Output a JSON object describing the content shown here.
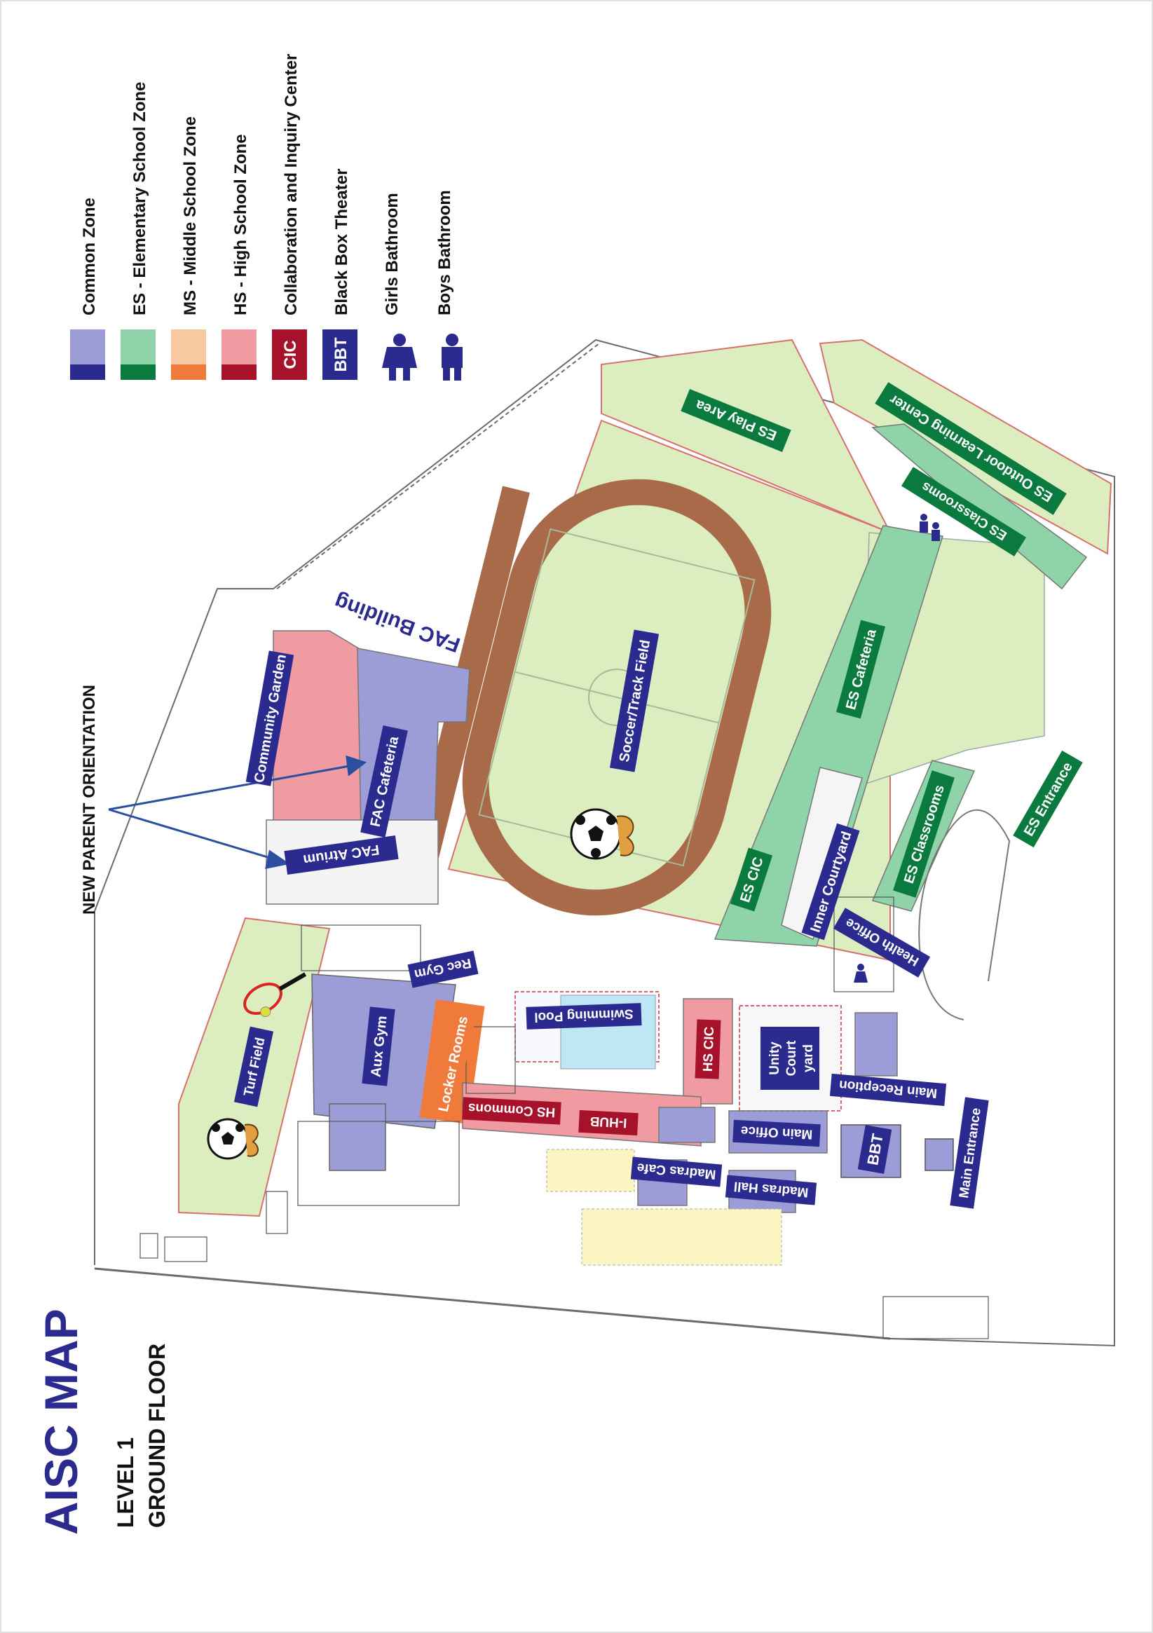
{
  "map": {
    "title": "AISC MAP",
    "level": "LEVEL 1",
    "floor": "GROUND FLOOR",
    "annotation": "NEW PARENT ORIENTATION",
    "building_heading": "FAC Building"
  },
  "legend": [
    {
      "label": "Common Zone",
      "color": "#9c9cd6",
      "band": "#2b2b8f",
      "type": "swatch"
    },
    {
      "label": "ES - Elementary School Zone",
      "color": "#8fd3a8",
      "band": "#0a7a3e",
      "type": "swatch"
    },
    {
      "label": "MS - Middle School Zone",
      "color": "#f8c9a0",
      "band": "#ef7a3a",
      "type": "swatch"
    },
    {
      "label": "HS - High School Zone",
      "color": "#f09aa2",
      "band": "#a5122a",
      "type": "swatch"
    },
    {
      "label": "Collaboration and Inquiry Center",
      "badge": "CIC",
      "color": "#a5122a",
      "type": "badge"
    },
    {
      "label": "Black Box Theater",
      "badge": "BBT",
      "color": "#2b2b8f",
      "type": "badge"
    },
    {
      "label": "Girls Bathroom",
      "icon": "girl-icon",
      "color": "#2b2b8f",
      "type": "icon"
    },
    {
      "label": "Boys Bathroom",
      "icon": "boy-icon",
      "color": "#2b2b8f",
      "type": "icon"
    }
  ],
  "places": {
    "community_garden": "Community Garden",
    "fac_cafeteria": "FAC Cafeteria",
    "fac_atrium": "FAC Atrium",
    "soccer_track": "Soccer/Track Field",
    "es_play_area": "ES Play Area",
    "es_outdoor_learning": "ES Outdoor Learning Center",
    "es_classrooms_top": "ES Classrooms",
    "es_cafeteria": "ES Cafeteria",
    "es_cic": "ES CIC",
    "inner_courtyard": "Inner Courtyard",
    "es_classrooms_bottom": "ES Classrooms",
    "es_entrance": "ES Entrance",
    "health_office": "Health Office",
    "rec_gym": "Rec Gym",
    "swimming_pool": "Swimming Pool",
    "aux_gym": "Aux Gym",
    "locker_rooms": "Locker Rooms",
    "turf_field": "Turf Field",
    "hs_cic": "HS CIC",
    "unity_courtyard_1": "Unity",
    "unity_courtyard_2": "Court",
    "unity_courtyard_3": "yard",
    "main_reception": "Main Reception",
    "hs_commons": "HS Commons",
    "i_hub": "I-HUB",
    "main_office": "Main Office",
    "bbt": "BBT",
    "main_entrance": "Main Entrance",
    "madras_cafe": "Madras Cafe",
    "madras_hall": "Madras Hall"
  },
  "colors": {
    "common_label": "#2b2b8f",
    "es_label": "#0a7a3e",
    "hs_label": "#a5122a",
    "ms_label": "#ef7a3a",
    "grass": "#dcedc0",
    "track": "#a86a48"
  }
}
